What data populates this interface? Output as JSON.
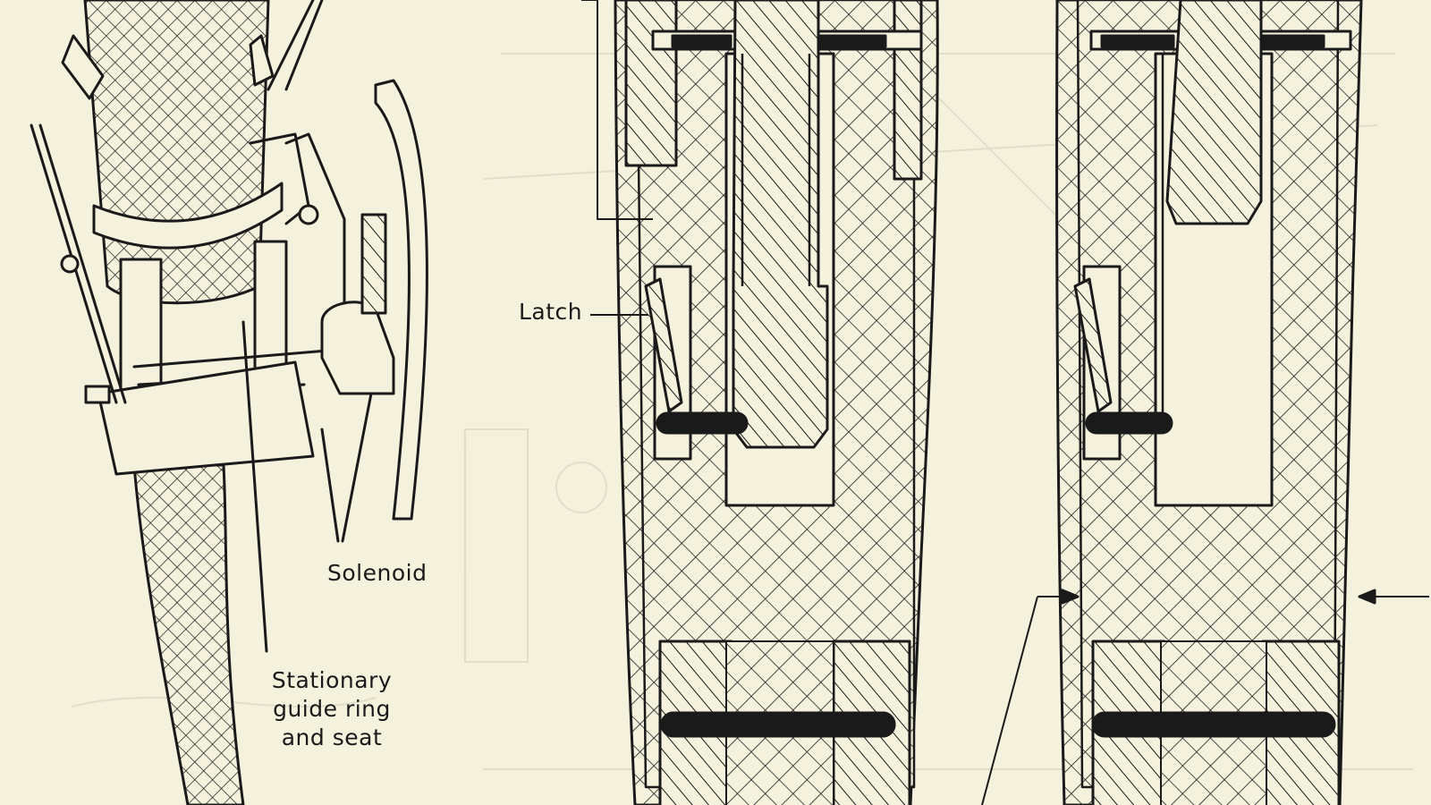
{
  "labels": {
    "latch": "Latch",
    "solenoid": "Solenoid",
    "stationary_line1": "Stationary",
    "stationary_line2": "guide ring",
    "stationary_line3": "and seat"
  },
  "colors": {
    "background": "#f4f1dd",
    "ink": "#1a1a1a",
    "ghost": "#d9d6c2"
  }
}
